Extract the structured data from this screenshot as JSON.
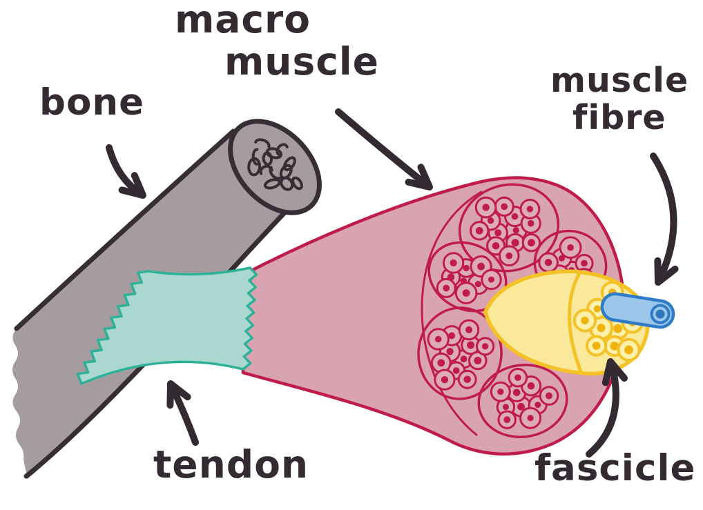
{
  "meta": {
    "title": "hand-drawn muscle anatomy diagram"
  },
  "labels": {
    "bone": "bone",
    "macro_muscle": {
      "line1": "macro",
      "line2": "muscle"
    },
    "muscle_fibre": {
      "line1": "muscle",
      "line2": "fibre"
    },
    "tendon": "tendon",
    "fascicle": "fascicle"
  },
  "colors": {
    "ink": "#342a32",
    "background": "#ffffff",
    "bone_fill": "#a49c9e",
    "bone_outline": "#372e35",
    "muscle_fill": "#d9a3b1",
    "muscle_fibre_fill": "#ddabb8",
    "muscle_outline": "#c01c4b",
    "tendon_fill": "#aad7d0",
    "tendon_outline": "#2eb199",
    "fascicle_fill": "#fbe99b",
    "fascicle_face_fill": "#fdf1ac",
    "fascicle_outline": "#f4c227",
    "fascicle_dot": "#f0b30e",
    "fibre_fill": "#9cc6ea",
    "fibre_outline": "#2e7cc8",
    "fibre_core": "#2f76bd"
  }
}
